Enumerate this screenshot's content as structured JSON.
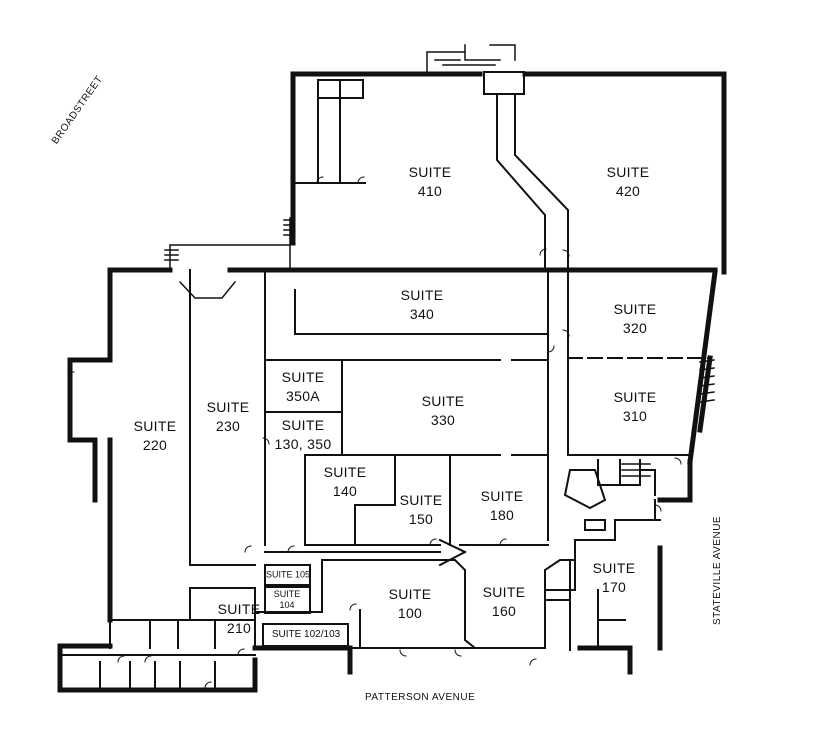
{
  "streets": {
    "broad": "BROADSTREET",
    "patterson": "PATTERSON AVENUE",
    "stateville": "STATEVILLE AVENUE"
  },
  "suites": {
    "s410": {
      "label": "SUITE",
      "num": "410"
    },
    "s420": {
      "label": "SUITE",
      "num": "420"
    },
    "s340": {
      "label": "SUITE",
      "num": "340"
    },
    "s320": {
      "label": "SUITE",
      "num": "320"
    },
    "s350a": {
      "label": "SUITE",
      "num": "350A"
    },
    "s330": {
      "label": "SUITE",
      "num": "330"
    },
    "s310": {
      "label": "SUITE",
      "num": "310"
    },
    "s220": {
      "label": "SUITE",
      "num": "220"
    },
    "s230": {
      "label": "SUITE",
      "num": "230"
    },
    "s130": {
      "label": "SUITE",
      "num": "130, 350"
    },
    "s140": {
      "label": "SUITE",
      "num": "140"
    },
    "s150": {
      "label": "SUITE",
      "num": "150"
    },
    "s180": {
      "label": "SUITE",
      "num": "180"
    },
    "s170": {
      "label": "SUITE",
      "num": "170"
    },
    "s100": {
      "label": "SUITE",
      "num": "100"
    },
    "s160": {
      "label": "SUITE",
      "num": "160"
    },
    "s210": {
      "label": "SUITE",
      "num": "210"
    },
    "s105": {
      "text": "SUITE 105"
    },
    "s104": {
      "label": "SUITE",
      "num": "104"
    },
    "s102": {
      "text": "SUITE 102/103"
    }
  }
}
